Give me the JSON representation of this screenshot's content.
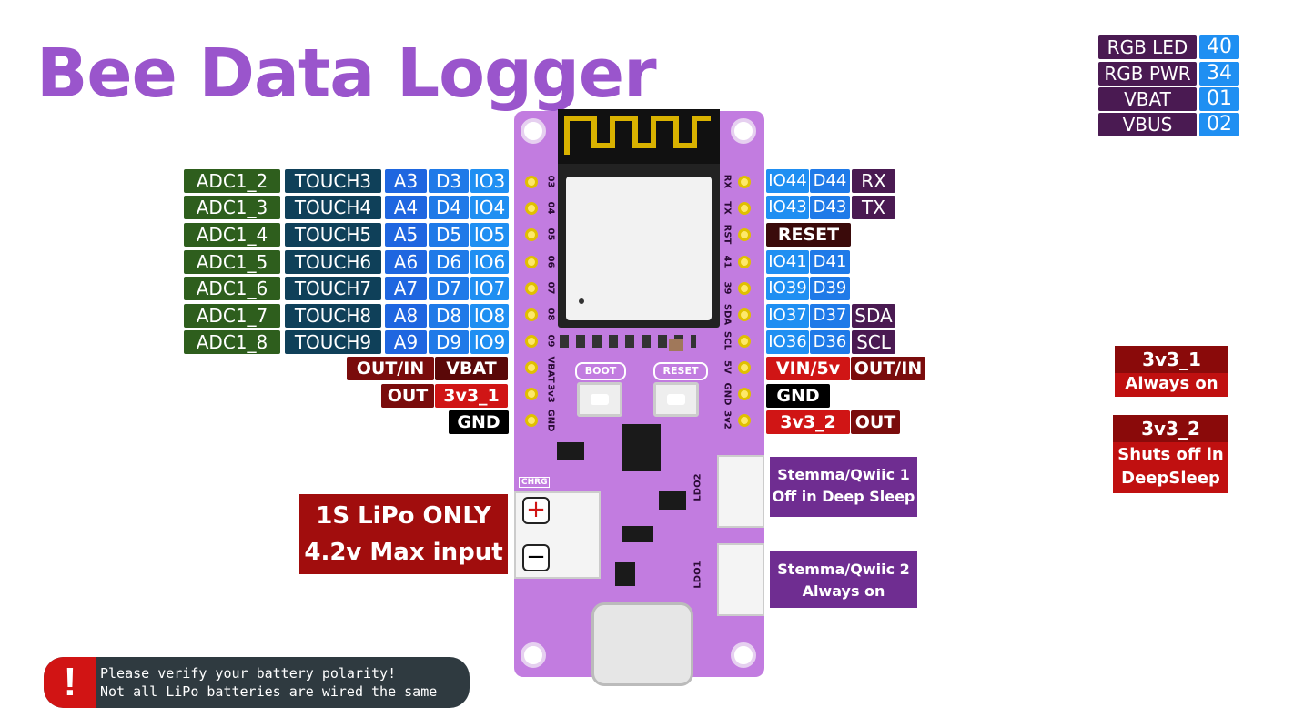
{
  "title": "Bee Data Logger",
  "legend": [
    {
      "name": "RGB LED",
      "num": "40"
    },
    {
      "name": "RGB PWR",
      "num": "34"
    },
    {
      "name": "VBAT",
      "num": "01"
    },
    {
      "name": "VBUS",
      "num": "02"
    }
  ],
  "left_pins": [
    {
      "adc": "ADC1_2",
      "touch": "TOUCH3",
      "a": "A3",
      "d": "D3",
      "io": "IO3",
      "silk": "03"
    },
    {
      "adc": "ADC1_3",
      "touch": "TOUCH4",
      "a": "A4",
      "d": "D4",
      "io": "IO4",
      "silk": "04"
    },
    {
      "adc": "ADC1_4",
      "touch": "TOUCH5",
      "a": "A5",
      "d": "D5",
      "io": "IO5",
      "silk": "05"
    },
    {
      "adc": "ADC1_5",
      "touch": "TOUCH6",
      "a": "A6",
      "d": "D6",
      "io": "IO6",
      "silk": "06"
    },
    {
      "adc": "ADC1_6",
      "touch": "TOUCH7",
      "a": "A7",
      "d": "D7",
      "io": "IO7",
      "silk": "07"
    },
    {
      "adc": "ADC1_7",
      "touch": "TOUCH8",
      "a": "A8",
      "d": "D8",
      "io": "IO8",
      "silk": "08"
    },
    {
      "adc": "ADC1_8",
      "touch": "TOUCH9",
      "a": "A9",
      "d": "D9",
      "io": "IO9",
      "silk": "09"
    }
  ],
  "left_power": {
    "vbat_dir": "OUT/IN",
    "vbat": "VBAT",
    "v3_dir": "OUT",
    "v3": "3v3_1",
    "gnd": "GND"
  },
  "left_power_silk": [
    "VBAT",
    "3v3",
    "GND"
  ],
  "right_pins": [
    {
      "io": "IO44",
      "d": "D44",
      "fn": "RX",
      "silk": "RX"
    },
    {
      "io": "IO43",
      "d": "D43",
      "fn": "TX",
      "silk": "TX"
    },
    {
      "reset": "RESET",
      "silk": "RST"
    },
    {
      "io": "IO41",
      "d": "D41",
      "silk": "41"
    },
    {
      "io": "IO39",
      "d": "D39",
      "silk": "39"
    },
    {
      "io": "IO37",
      "d": "D37",
      "fn": "SDA",
      "silk": "SDA"
    },
    {
      "io": "IO36",
      "d": "D36",
      "fn": "SCL",
      "silk": "SCL"
    }
  ],
  "right_power": {
    "vin": "VIN/5v",
    "vin_dir": "OUT/IN",
    "gnd": "GND",
    "v3": "3v3_2",
    "v3_dir": "OUT"
  },
  "right_power_silk": [
    "5V",
    "GND",
    "3v2"
  ],
  "board_labels": {
    "boot": "BOOT",
    "reset": "RESET",
    "chrg": "CHRG",
    "ldo2": "LDO2",
    "ldo1": "LDO1"
  },
  "stemma1": {
    "line1": "Stemma/Qwiic 1",
    "line2": "Off in Deep Sleep"
  },
  "stemma2": {
    "line1": "Stemma/Qwiic 2",
    "line2": "Always on"
  },
  "lipo": {
    "line1": "1S LiPo ONLY",
    "line2": "4.2v Max input"
  },
  "battery": {
    "plus": "+",
    "minus": "−"
  },
  "rail1": {
    "name": "3v3_1",
    "desc": "Always on"
  },
  "rail2": {
    "name": "3v3_2",
    "desc1": "Shuts off in",
    "desc2": "DeepSleep"
  },
  "warning": {
    "icon": "!",
    "line1": "Please verify your battery polarity!",
    "line2": "Not all LiPo batteries are wired the same"
  },
  "colors": {
    "title": "#9a55cc",
    "board": "#c27ce0",
    "adc": "#2e5e1d",
    "touch": "#0f4059",
    "io": "#1f8ff2",
    "power_red": "#d01515",
    "dark_red": "#7a0c0c",
    "purple": "#4a1a52"
  }
}
